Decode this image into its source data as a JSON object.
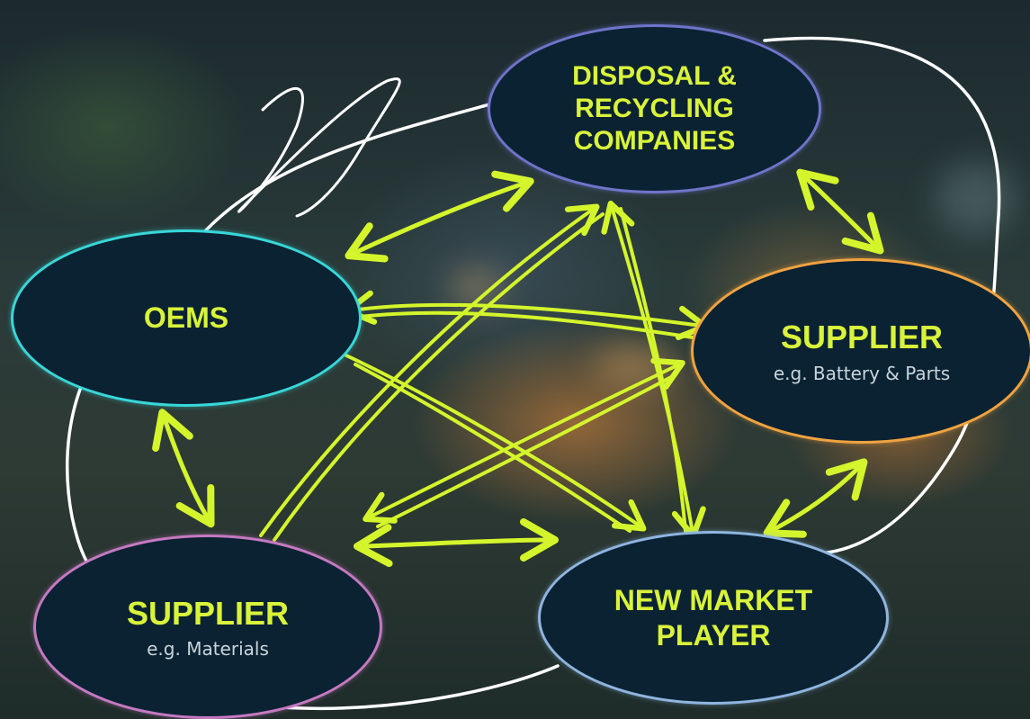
{
  "nodes": {
    "disposal": {
      "lines": [
        "DISPOSAL &",
        "RECYCLING",
        "COMPANIES"
      ]
    },
    "oems": {
      "title": "OEMS"
    },
    "supplier_battery": {
      "title": "SUPPLIER",
      "subtitle": "e.g. Battery & Parts"
    },
    "supplier_materials": {
      "title": "SUPPLIER",
      "subtitle": "e.g. Materials"
    },
    "new_market": {
      "lines": [
        "NEW MARKET",
        "PLAYER"
      ]
    }
  },
  "colors": {
    "node_fill": "#0b2233",
    "title_text": "#d9f33a",
    "arrow": "#d4f52b",
    "outer_loop": "#ffffff",
    "border_disposal": "#6f74c9",
    "border_oems": "#38d7d8",
    "border_supplier_battery": "#f0a340",
    "border_supplier_materials": "#c579c1",
    "border_new_market": "#8fb5df"
  }
}
